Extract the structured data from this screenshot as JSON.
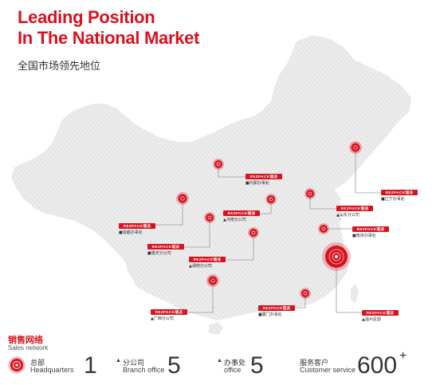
{
  "header": {
    "title_line1": "Leading Position",
    "title_line2": "In The National Market",
    "subtitle_cn": "全国市场领先地位"
  },
  "brand": {
    "tag": "REZPACK瑞派"
  },
  "colors": {
    "accent": "#d8121f",
    "map_fill": "#e6e6e6",
    "map_stripe": "#ffffff"
  },
  "locations": [
    {
      "id": "inner-mongolia",
      "label": "内蒙办事处",
      "marker": "■"
    },
    {
      "id": "liaoning",
      "label": "辽宁办事处",
      "marker": "■"
    },
    {
      "id": "henan",
      "label": "河南分公司",
      "marker": "▲"
    },
    {
      "id": "shandong",
      "label": "山东分公司",
      "marker": "▲"
    },
    {
      "id": "chengdu",
      "label": "成都办事处",
      "marker": "■"
    },
    {
      "id": "chongqing",
      "label": "重庆分公司",
      "marker": "■"
    },
    {
      "id": "nanjing",
      "label": "南京办事处",
      "marker": "■"
    },
    {
      "id": "hunan",
      "label": "湖南分公司",
      "marker": "▲"
    },
    {
      "id": "guangxi",
      "label": "广西分公司",
      "marker": "▲"
    },
    {
      "id": "xiamen",
      "label": "厦门办事处",
      "marker": "■"
    },
    {
      "id": "wenzhou",
      "label": "温州总部",
      "marker": "▲"
    }
  ],
  "network": {
    "title_cn": "销售网络",
    "title_en": "Sales network",
    "stats": [
      {
        "id": "hq",
        "label_cn": "总部",
        "label_en": "Headquarters",
        "value": "1",
        "icon": "target-icon"
      },
      {
        "id": "branch",
        "label_cn": "分公司",
        "label_en": "Branch office",
        "value": "5",
        "icon": "triangle-icon"
      },
      {
        "id": "office",
        "label_cn": "办事处",
        "label_en": "office",
        "value": "5",
        "icon": "triangle-icon"
      },
      {
        "id": "customers",
        "label_cn": "服务客户",
        "label_en": "Customer service",
        "value": "600",
        "suffix": "+"
      }
    ]
  }
}
